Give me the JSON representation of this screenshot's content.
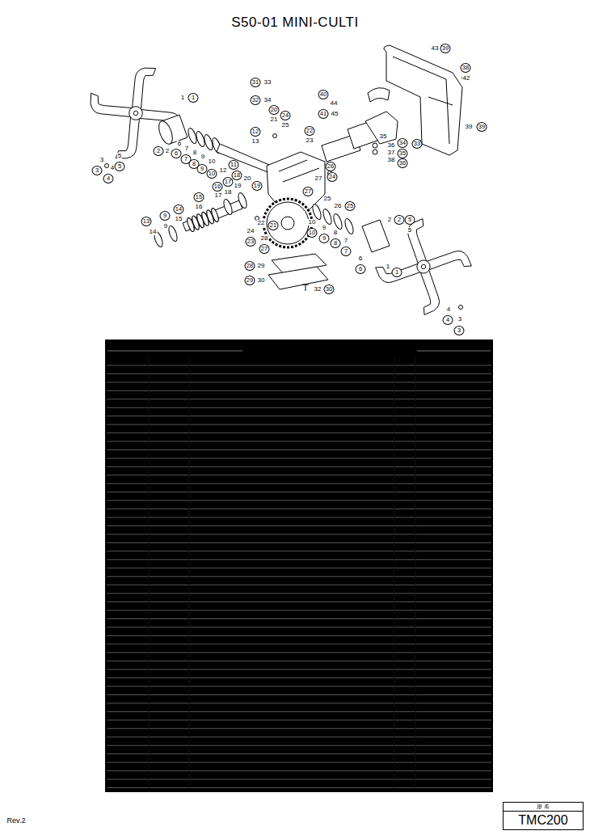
{
  "diagram": {
    "title": "S50-01 MINI-CULTI",
    "nodes": [
      {
        "text": [
          "形 名",
          "TMC200"
        ]
      }
    ],
    "labels": [
      "3",
      "3",
      "4",
      "4",
      "1",
      "1",
      "5",
      "5",
      "2",
      "2",
      "6",
      "6",
      "7",
      "7",
      "8",
      "8",
      "9",
      "9",
      "10",
      "10",
      "12",
      "11",
      "12",
      "13",
      "20",
      "21",
      "24",
      "25",
      "22",
      "23",
      "18",
      "20",
      "17",
      "19",
      "19",
      "16",
      "18",
      "17",
      "15",
      "16",
      "14",
      "15",
      "13",
      "9",
      "14",
      "9",
      "31",
      "33",
      "32",
      "34",
      "40",
      "44",
      "41",
      "45",
      "43",
      "39",
      "38",
      "42",
      "39",
      "39",
      "35",
      "34",
      "36",
      "37",
      "35",
      "38",
      "36",
      "33",
      "26",
      "27",
      "24",
      "27",
      "25",
      "26",
      "25",
      "22",
      "21",
      "24",
      "23",
      "28",
      "27",
      "10",
      "10",
      "9",
      "9",
      "8",
      "8",
      "7",
      "7",
      "6",
      "6",
      "2",
      "2",
      "5",
      "5",
      "1",
      "1",
      "4",
      "4",
      "3",
      "3",
      "28",
      "29",
      "29",
      "30",
      "32",
      "30",
      "Rev.2"
    ]
  }
}
